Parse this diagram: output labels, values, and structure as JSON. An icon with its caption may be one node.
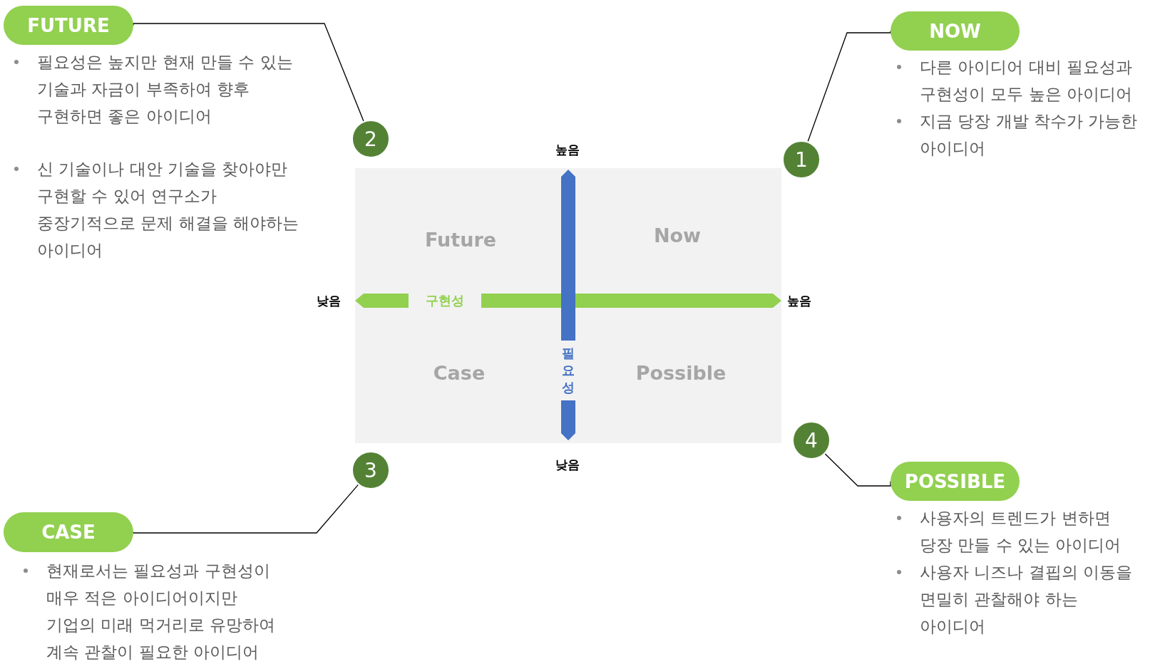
{
  "diagram": {
    "nodes": [
      {
        "text": [
          "FUTURE"
        ],
        "beside": [
          "필요성은 높지만 현재 만들 수 있는 기술과 자금이 부족하여 향후 구현하면 좋은 아이디어",
          "신 기술이나 대안 기술을 찾아야만 구현할 수 있어 연구소가 중장기적으로 문제 해결을 해야하는 아이디어"
        ]
      },
      {
        "text": [
          "2"
        ]
      },
      {
        "text": [
          "NOW"
        ],
        "beside": [
          "다른 아이디어 대비 필요성과 구현성이 모두 높은 아이디어",
          "지금 당장 개발 착수가 가능한 아이디어"
        ]
      },
      {
        "text": [
          "1"
        ]
      },
      {
        "text": [
          "CASE"
        ],
        "beside": [
          "현재로서는 필요성과 구현성이 매우 적은 아이디어이지만 기업의 미래 먹거리로 유망하여 계속 관찰이 필요한 아이디어"
        ]
      },
      {
        "text": [
          "3"
        ]
      },
      {
        "text": [
          "POSSIBLE"
        ],
        "beside": [
          "사용자의 트렌드가 변하면 당장 만들 수 있는 아이디어",
          "사용자 니즈나 결핍의 이동을 면밀히 관찰해야 하는 아이디어"
        ]
      },
      {
        "text": [
          "4"
        ]
      }
    ],
    "edges": [
      {
        "from": 0,
        "to": 1,
        "arrow": "none"
      },
      {
        "from": 2,
        "to": 3,
        "arrow": "none"
      },
      {
        "from": 4,
        "to": 5,
        "arrow": "none"
      },
      {
        "from": 6,
        "to": 7,
        "arrow": "none"
      }
    ],
    "labels": [
      "높음",
      "Future",
      "Now",
      "낮음",
      "구현성",
      "높음",
      "Case",
      "필요성",
      "Possible",
      "낮음"
    ]
  }
}
